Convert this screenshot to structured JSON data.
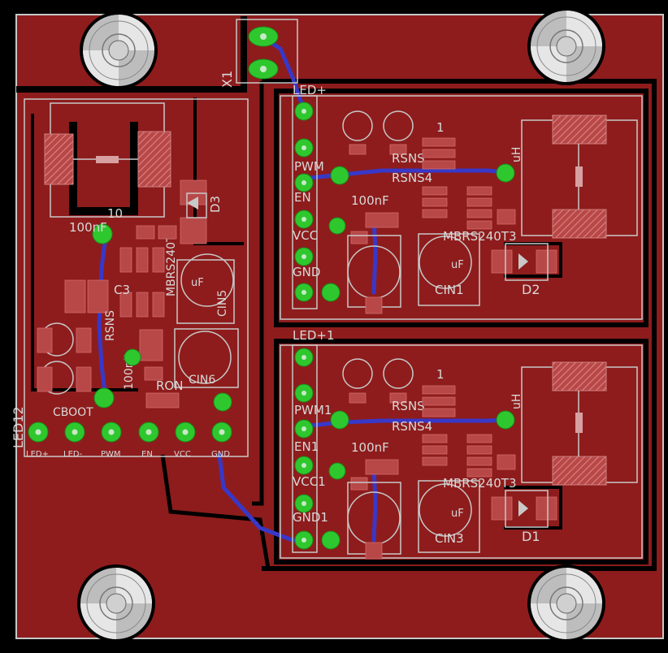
{
  "colors": {
    "background": "#000000",
    "copper": "#8e1c1c",
    "silkscreen": "#c8c8c8",
    "pad": "#2ec82e",
    "bottom_trace": "#3838c8",
    "smd_pad": "#b84848"
  },
  "connector_top": {
    "ref": "X1"
  },
  "driver_top": {
    "led_plus": "LED+",
    "gnd": "GND",
    "vcc": "VCC",
    "en": "EN",
    "pwm": "PWM",
    "rsns_a": "RSNS",
    "rsns_b": "RSNS4",
    "cap": "100nF",
    "diode_part": "MBRS240T3",
    "diode_ref": "D2",
    "cin": "CIN1",
    "uf": "uF",
    "inductor": "uH",
    "dim": "1"
  },
  "driver_bottom": {
    "led_plus": "LED+1",
    "gnd": "GND1",
    "vcc": "VCC1",
    "en": "EN1",
    "pwm": "PWM1",
    "rsns_a": "RSNS",
    "rsns_b": "RSNS4",
    "cap": "100nF",
    "diode_part": "MBRS240T3",
    "diode_ref": "D1",
    "cin": "CIN3",
    "uf": "uF",
    "inductor": "uH",
    "dim": "1"
  },
  "left_section": {
    "cap_label": "100nF",
    "res_label": "10",
    "diode_part": "MBRS240T3",
    "diode_ref": "D3",
    "cin5": "CIN5",
    "cin6": "CIN6",
    "c3": "C3",
    "cap2": "100nF",
    "ron": "RON",
    "boot": "CBOOT",
    "ref_label": "LED12",
    "uf": "uF",
    "rsns": "RSNS"
  },
  "header_pins": [
    "LED+",
    "LED-",
    "PWM",
    "EN",
    "VCC",
    "GND"
  ]
}
